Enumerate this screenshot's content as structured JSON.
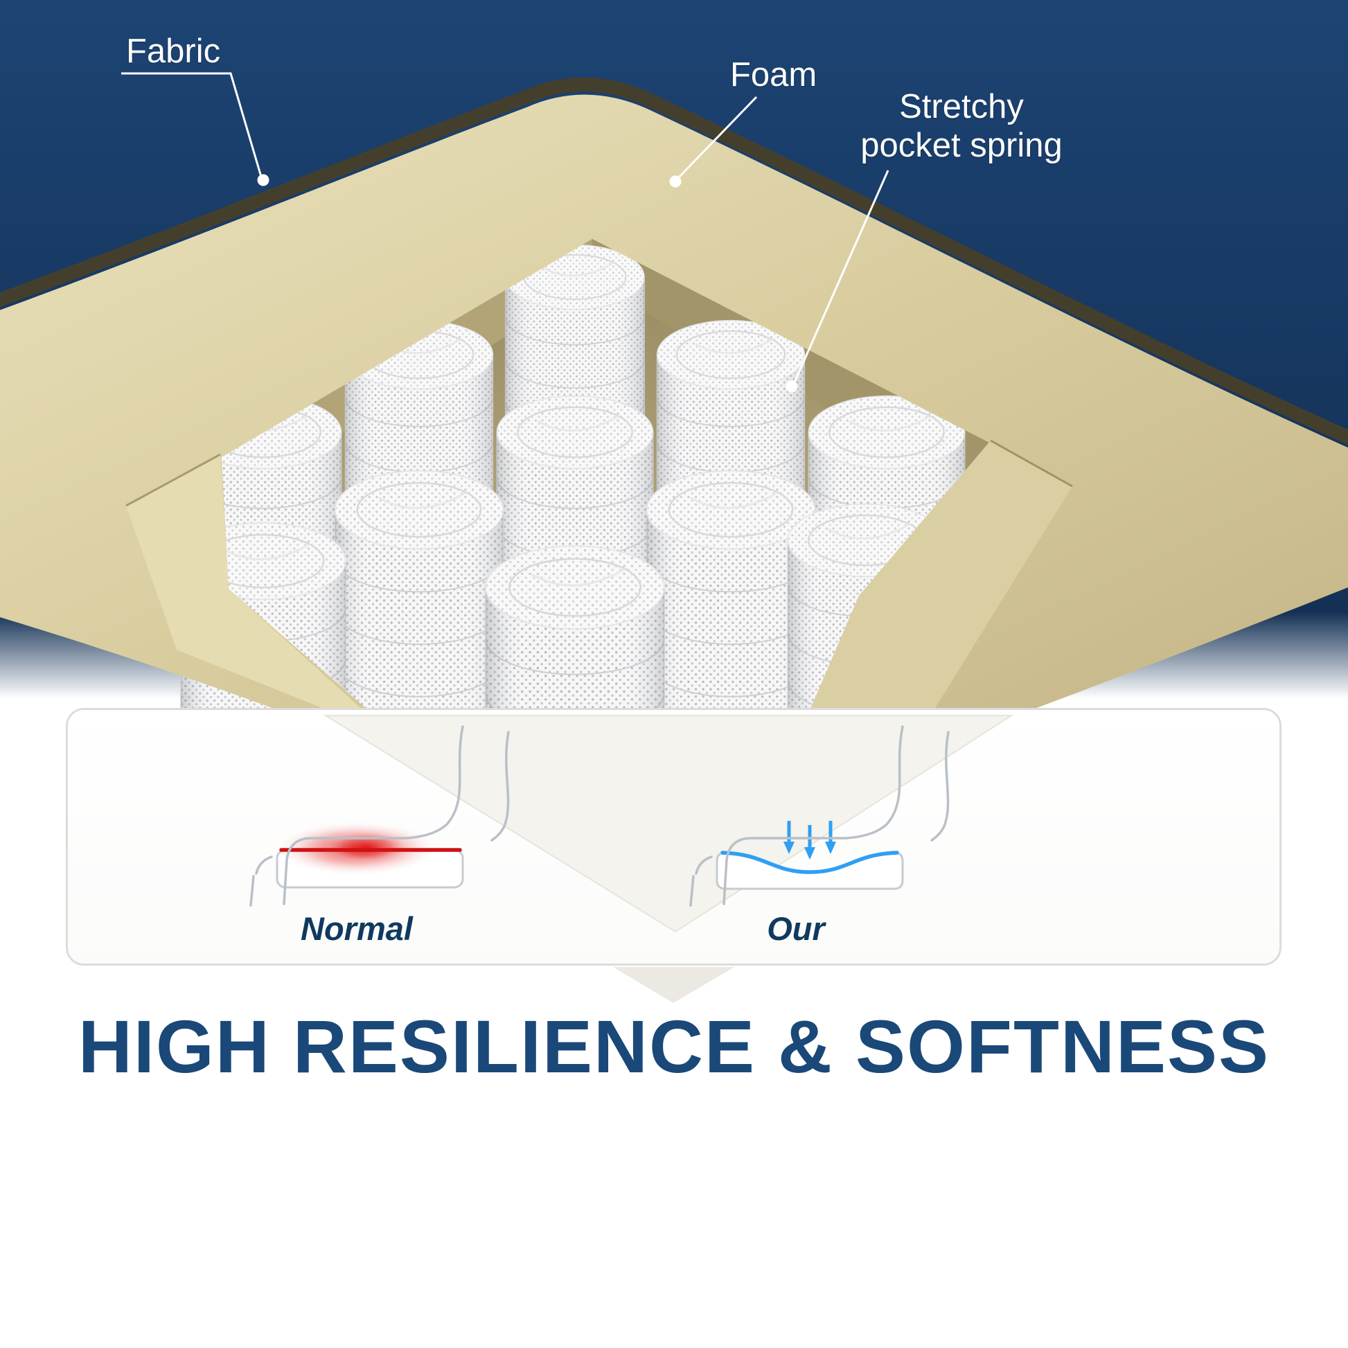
{
  "scene": {
    "callouts": {
      "fabric": "Fabric",
      "foam": "Foam",
      "stretchy_pocket_spring": "Stretchy pocket spring"
    },
    "comparison": {
      "normal_label": "Normal",
      "our_label": "Our"
    },
    "headline": "HIGH RESILIENCE & SOFTNESS",
    "colors": {
      "background_navy": "#16365E",
      "foam_beige": "#D8CC9E",
      "cavity_khaki": "#A89A6E",
      "spring_white": "#F5F5F6",
      "headline_navy": "#1A4878",
      "label_white": "#FFFFFF",
      "pressure_red": "#CC1111",
      "softness_blue": "#2F9FF2"
    }
  }
}
